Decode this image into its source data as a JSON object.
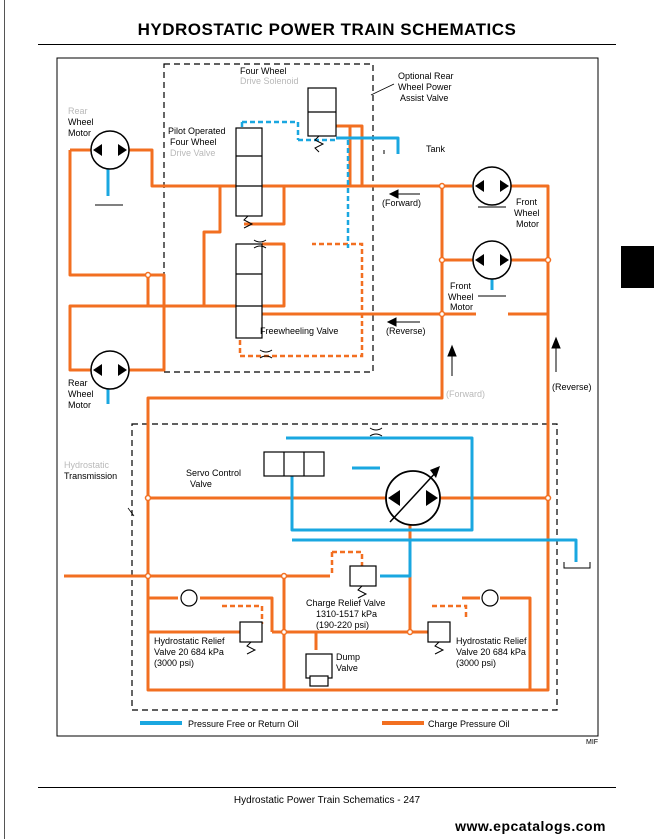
{
  "page": {
    "title": "HYDROSTATIC POWER TRAIN   SCHEMATICS",
    "footer": "Hydrostatic Power Train   Schematics   - 247",
    "watermark": "www.epcatalogs.com",
    "code": "MIF"
  },
  "colors": {
    "charge_pressure": "#f26f21",
    "pressure_free": "#1aa7e0",
    "outline": "#000000"
  },
  "labels": {
    "four_wheel_drive_solenoid": [
      "Four Wheel",
      "Drive Solenoid"
    ],
    "optional_rear_valve": [
      "Optional Rear",
      "Wheel Power",
      "Assist Valve"
    ],
    "tank_top": "Tank",
    "rear_wheel_motor_top": [
      "Rear",
      "Wheel",
      "Motor"
    ],
    "pilot_valve": [
      "Pilot Operated",
      "Four Wheel",
      "Drive Valve"
    ],
    "forward_top": "(Forward)",
    "front_wheel_motor_right": [
      "Front",
      "Wheel",
      "Motor"
    ],
    "front_wheel_motor_left": [
      "Front",
      "Wheel",
      "Motor"
    ],
    "freewheeling_valve": "Freewheeling Valve",
    "reverse_mid": "(Reverse)",
    "forward_vertical": "(Forward)",
    "reverse_right": "(Reverse)",
    "rear_wheel_motor_bottom": [
      "Rear",
      "Wheel",
      "Motor"
    ],
    "hydrostatic_transmission": [
      "Hydrostatic",
      "Transmission"
    ],
    "servo_control_valve": [
      "Servo Control",
      "Valve"
    ],
    "charge_relief_valve": [
      "Charge Relief Valve",
      "1310-1517 kPa",
      "(190-220 psi)"
    ],
    "hydrostatic_relief_left": [
      "Hydrostatic Relief",
      "Valve 20 684 kPa",
      "(3000 psi)"
    ],
    "hydrostatic_relief_right": [
      "Hydrostatic Relief",
      "Valve 20 684 kPa",
      "(3000 psi)"
    ],
    "dump_valve": [
      "Dump",
      "Valve"
    ]
  },
  "legend": {
    "pressure_free": "Pressure Free or Return Oil",
    "charge_pressure": "Charge Pressure Oil"
  }
}
